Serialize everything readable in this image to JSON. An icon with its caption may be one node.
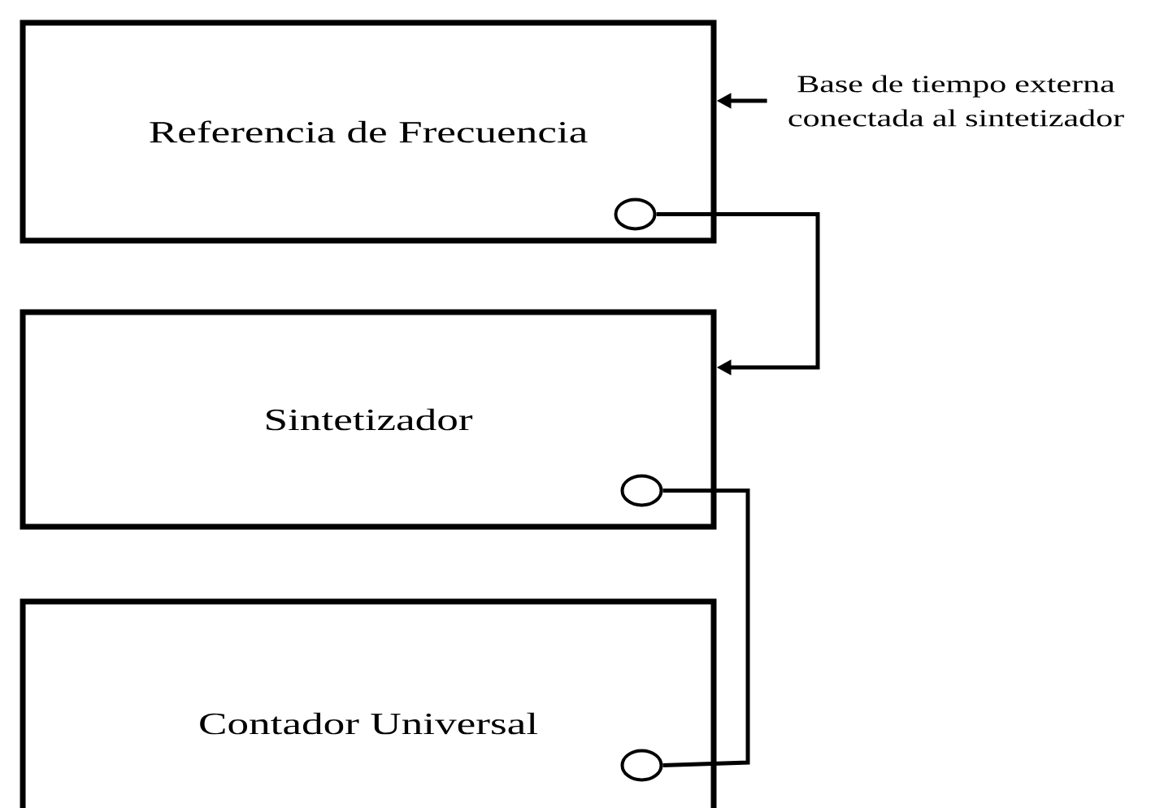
{
  "diagram": {
    "nodes": [
      {
        "text": [
          "Referencia de Frecuencia"
        ]
      },
      {
        "text": [
          "Sintetizador"
        ]
      },
      {
        "text": [
          "Contador Universal"
        ]
      },
      {
        "text": [
          "Base de tiempo externa conectada al sintetizador"
        ]
      },
      {
        "text": [],
        "shape": "circle",
        "in": 0
      },
      {
        "text": [],
        "shape": "circle",
        "in": 1
      },
      {
        "text": [],
        "shape": "circle",
        "in": 2
      }
    ],
    "edges": [
      {
        "from": 3,
        "to": 0,
        "arrow": "to"
      },
      {
        "from": 4,
        "to": 1,
        "arrow": "to"
      },
      {
        "from": 5,
        "to": 6,
        "arrow": "none"
      }
    ]
  }
}
